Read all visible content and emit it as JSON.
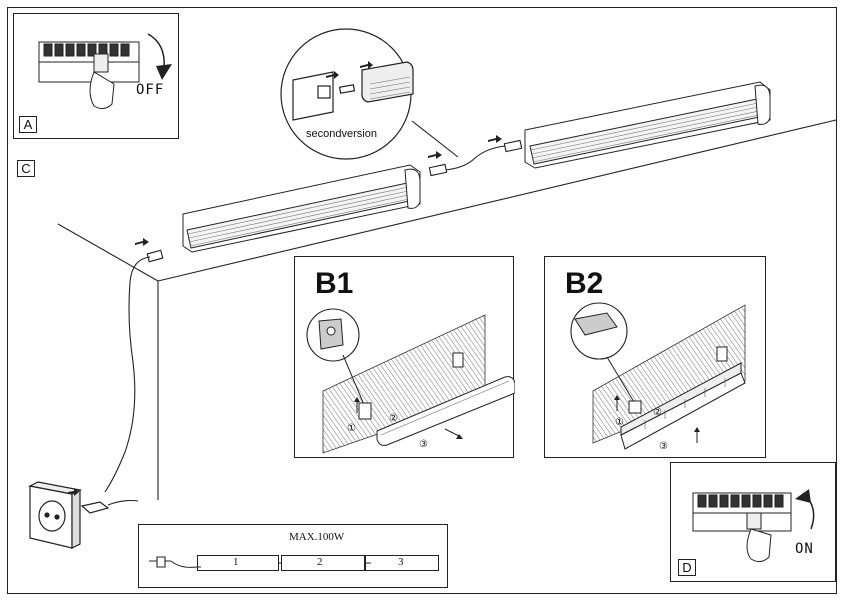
{
  "panels": {
    "a": {
      "tag": "A",
      "state": "OFF"
    },
    "c": {
      "tag": "C"
    },
    "d": {
      "tag": "D",
      "state": "ON"
    }
  },
  "callout": {
    "label": "secondversion"
  },
  "steps": {
    "b1": {
      "title": "B1",
      "n1": "①",
      "n2": "②",
      "n3": "③"
    },
    "b2": {
      "title": "B2",
      "n1": "①",
      "n2": "②",
      "n3": "③"
    }
  },
  "wiring": {
    "max_label": "MAX.100W",
    "units": [
      "1",
      "2",
      "3"
    ]
  }
}
